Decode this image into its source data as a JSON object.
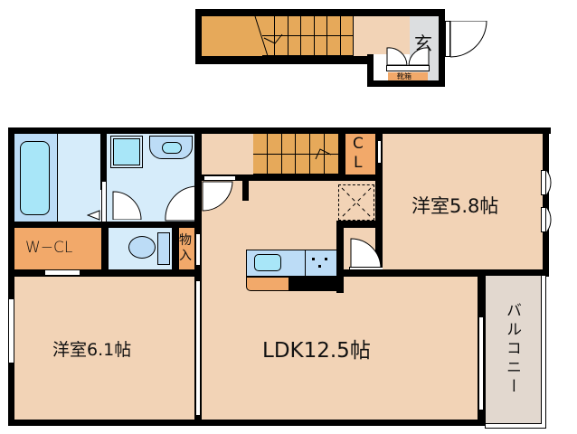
{
  "floor_plan": {
    "upper_level": {
      "entrance_label": "玄",
      "shoe_cabinet_label": "靴箱"
    },
    "rooms": [
      {
        "id": "western-room-1",
        "name": "洋室",
        "size": "5.8",
        "unit": "帖",
        "label": "洋室5.8帖"
      },
      {
        "id": "western-room-2",
        "name": "洋室",
        "size": "6.1",
        "unit": "帖",
        "label": "洋室6.1帖"
      },
      {
        "id": "ldk",
        "name": "LDK",
        "size": "12.5",
        "unit": "帖",
        "label": "LDK12.5帖"
      }
    ],
    "closets": {
      "cl_label_c": "C",
      "cl_label_l": "L",
      "walk_in_closet_label": "W−CL",
      "storage_label_1": "物",
      "storage_label_2": "入"
    },
    "balcony_label": "バルコニー",
    "colors": {
      "room_floor": "#f2d3b6",
      "wet_area": "#d6ecfa",
      "closet": "#f2a96a",
      "stairs": "#e6a95a",
      "entrance": "#dcdee0",
      "balcony": "#e2d8cf",
      "fixture_blue": "#a8e6f8",
      "wall": "#000000"
    }
  }
}
